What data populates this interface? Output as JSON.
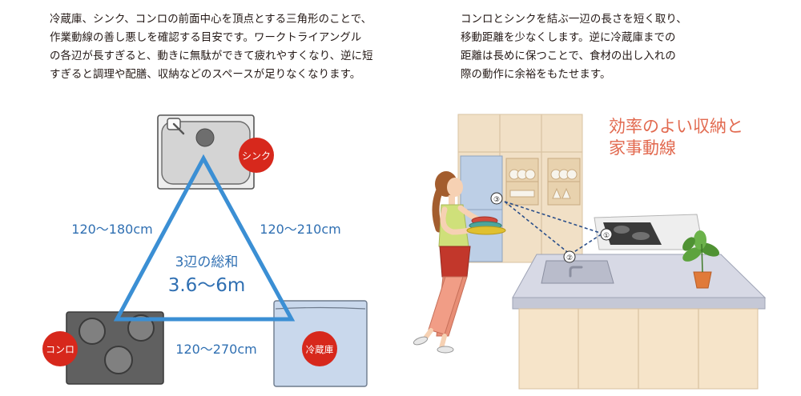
{
  "intro_left": {
    "lines": [
      "冷蔵庫、シンク、コンロの前面中心を頂点とする三角形のことで、",
      "作業動線の善し悪しを確認する目安です。ワークトライアングル",
      "の各辺が長すぎると、動きに無駄ができて疲れやすくなり、逆に短",
      "すぎると調理や配膳、収納などのスペースが足りなくなります。"
    ]
  },
  "intro_right": {
    "lines": [
      "コンロとシンクを結ぶ一辺の長さを短く取り、",
      "移動距離を少なくします。逆に冷蔵庫までの",
      "距離は長めに保つことで、食材の出し入れの",
      "際の動作に余裕をもたせます。"
    ]
  },
  "triangle": {
    "sink_label": "シンク",
    "stove_label": "コンロ",
    "fridge_label": "冷蔵庫",
    "side_left": "120〜180cm",
    "side_right": "120〜210cm",
    "side_bottom": "120〜270cm",
    "total_caption": "3辺の総和",
    "total_value": "3.6〜6m",
    "line_color": "#3b8fd4",
    "badge_color": "#d7281c"
  },
  "kitchen": {
    "headline_lines": [
      "効率のよい収納と",
      "家事動線"
    ],
    "headline_color": "#e26a50",
    "markers": [
      "①",
      "②",
      "③"
    ]
  }
}
